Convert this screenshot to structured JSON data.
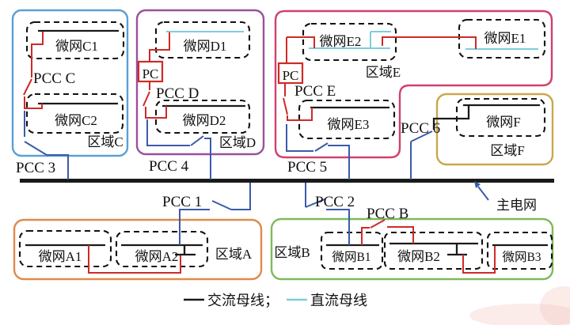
{
  "colors": {
    "wire_red": "#cf2a27",
    "wire_blue": "#3a5ba9",
    "bus_black": "#1a1a1a",
    "dc_cyan": "#7ecddd",
    "region_c": "#5b9fd4",
    "region_d": "#9c4f9e",
    "region_e": "#d1416b",
    "region_f": "#c9a84c",
    "region_a": "#e08a4a",
    "region_b": "#7fb95e"
  },
  "labels": {
    "mg_c1": "微网C1",
    "mg_c2": "微网C2",
    "mg_d1": "微网D1",
    "mg_d2": "微网D2",
    "mg_e1": "微网E1",
    "mg_e2": "微网E2",
    "mg_e3": "微网E3",
    "mg_f": "微网F",
    "mg_a1": "微网A1",
    "mg_a2": "微网A2",
    "mg_b1": "微网B1",
    "mg_b2": "微网B2",
    "mg_b3": "微网B3",
    "region_c": "区域C",
    "region_d": "区域D",
    "region_e": "区域E",
    "region_f": "区域F",
    "region_a": "区域A",
    "region_b": "区域B",
    "pcc_c": "PCC C",
    "pcc_d": "PCC D",
    "pcc_e": "PCC E",
    "pcc_b": "PCC B",
    "pcc_1": "PCC 1",
    "pcc_2": "PCC 2",
    "pcc_3": "PCC 3",
    "pcc_4": "PCC 4",
    "pcc_5": "PCC 5",
    "pcc_6": "PCC 6",
    "pc_d": "PC",
    "pc_e": "PC",
    "main_grid": "主电网",
    "legend_ac": "交流母线；",
    "legend_dc": "直流母线"
  }
}
